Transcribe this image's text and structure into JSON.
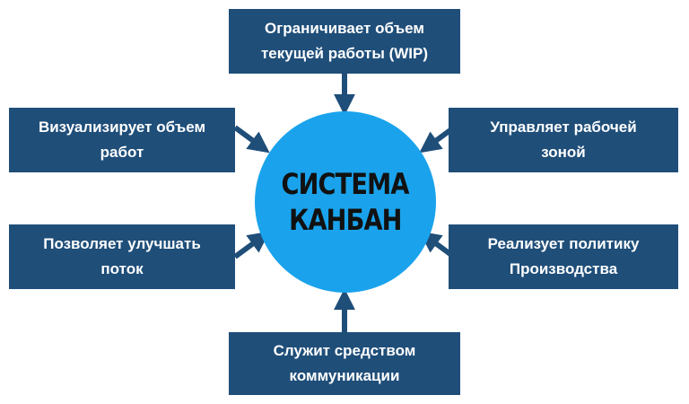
{
  "center": {
    "line1": "СИСТЕМА",
    "line2": "КАНБАН",
    "color": "#1aa3ec"
  },
  "box_color": "#1f4e79",
  "boxes": {
    "top": [
      "Ограничивает объем",
      "текущей работы (WIP)"
    ],
    "left_top": [
      "Визуализирует объем",
      "работ"
    ],
    "right_top": [
      "Управляет рабочей",
      "зоной"
    ],
    "left_bottom": [
      "Позволяет улучшать",
      "поток"
    ],
    "right_bottom": [
      "Реализует политику",
      "Производства"
    ],
    "bottom": [
      "Служит средством",
      "коммуникации"
    ]
  }
}
